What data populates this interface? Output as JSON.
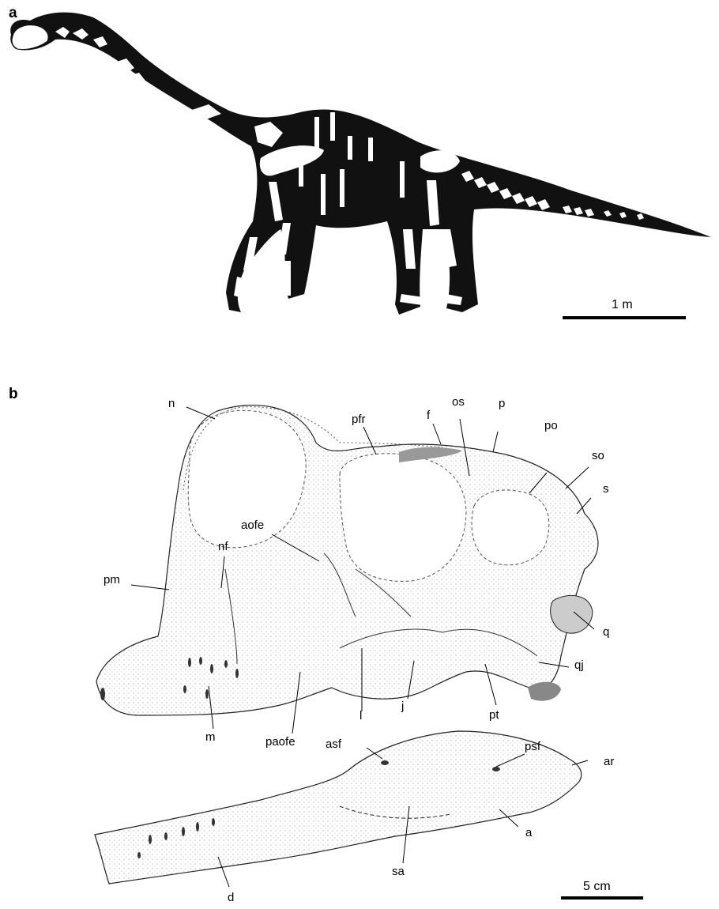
{
  "panel_a": {
    "letter": "a",
    "scale_label": "1 m"
  },
  "panel_b": {
    "letter": "b",
    "scale_label": "5 cm",
    "labels": {
      "n": "n",
      "pfr": "pfr",
      "f": "f",
      "os": "os",
      "p": "p",
      "po": "po",
      "so": "so",
      "s": "s",
      "aofe": "aofe",
      "nf": "nf",
      "pm": "pm",
      "q": "q",
      "qj": "qj",
      "l": "l",
      "j": "j",
      "pt": "pt",
      "m": "m",
      "paofe": "paofe",
      "asf": "asf",
      "psf": "psf",
      "ar": "ar",
      "a": "a",
      "sa": "sa",
      "d": "d"
    }
  }
}
